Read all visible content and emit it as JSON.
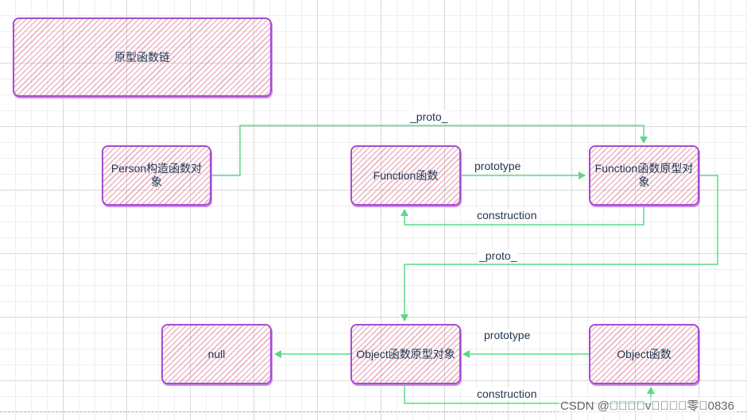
{
  "diagram": {
    "title": "原型函数链",
    "nodes": {
      "person": "Person构造函数对象",
      "function": "Function函数",
      "function_proto": "Function函数原型对象",
      "object_proto": "Object函数原型对象",
      "object": "Object函数",
      "null": "null"
    },
    "edges": {
      "proto_top": "_proto_",
      "prototype_top": "prototype",
      "construction_top": "construction",
      "proto_mid": "_proto_",
      "prototype_bottom": "prototype",
      "construction_bottom": "construction"
    },
    "colors": {
      "node_border": "#a64bd4",
      "node_hatch": "#de7896",
      "arrow": "#5cd88a"
    }
  },
  "watermark": "CSDN @\u0000\u0000\u0000\u0000v\u0000\u0000\u0000\u0000零\u00000836"
}
